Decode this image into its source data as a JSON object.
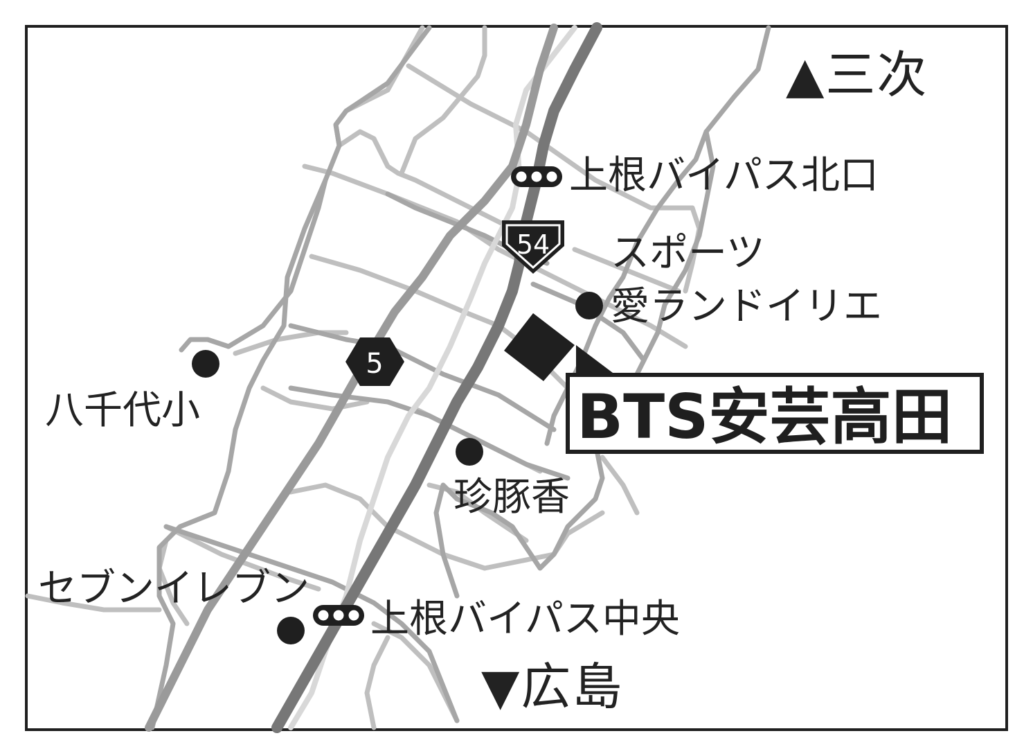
{
  "directions": {
    "north": "▲三次",
    "south": "▼広島"
  },
  "destination": {
    "name": "BTS安芸高田"
  },
  "signals": [
    {
      "label": "上根バイパス北口"
    },
    {
      "label": "上根バイパス中央"
    }
  ],
  "landmarks": [
    {
      "label": "スポーツ"
    },
    {
      "label": "愛ランドイリエ"
    },
    {
      "label": "八千代小"
    },
    {
      "label": "珍豚香"
    },
    {
      "label": "セブンイレブン"
    }
  ],
  "routes": [
    {
      "number": "54",
      "type": "national"
    },
    {
      "number": "5",
      "type": "prefectural"
    }
  ],
  "colors": {
    "frame": "#1f1f1f",
    "major_road": "#777777",
    "secondary_road": "#a6a6a6",
    "minor_road": "#bfbfbf",
    "rail": "#d8d8d8",
    "marker": "#1f1f1f",
    "background": "#ffffff"
  }
}
